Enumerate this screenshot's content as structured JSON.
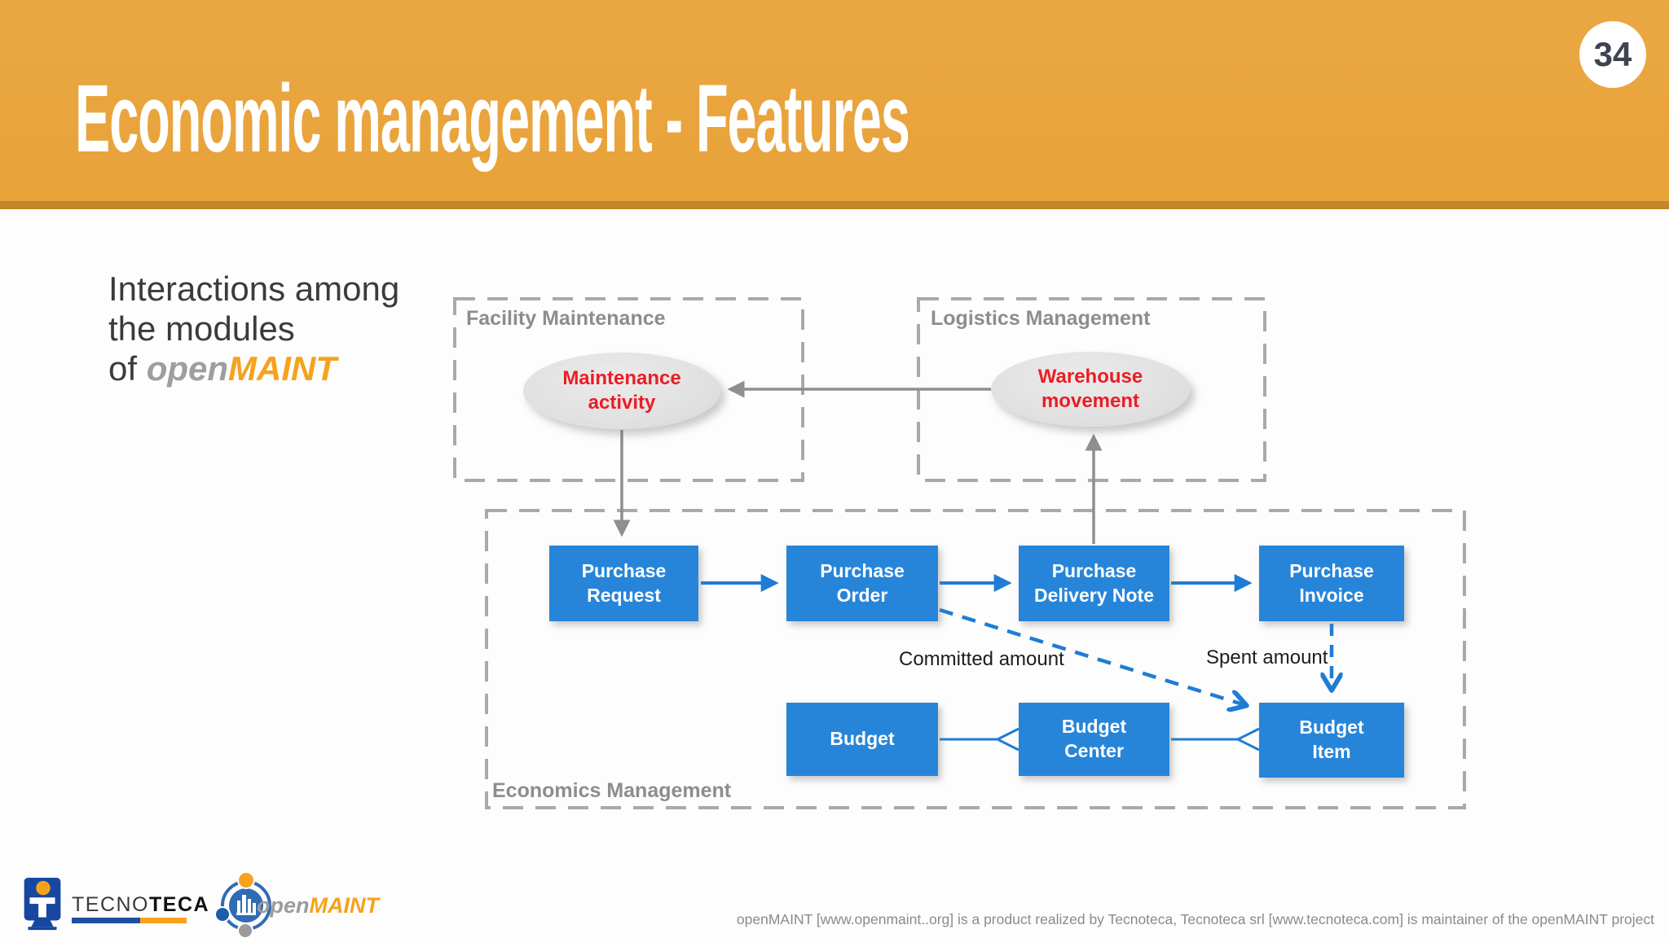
{
  "page": {
    "number": "34"
  },
  "header": {
    "title": "Economic management - Features"
  },
  "intro": {
    "line1": "Interactions among",
    "line2": "the modules",
    "line3_prefix": "of ",
    "brand_open": "open",
    "brand_maint": "MAINT"
  },
  "diagram": {
    "groups": {
      "facility": "Facility Maintenance",
      "logistics": "Logistics Management",
      "economics": "Economics Management"
    },
    "ellipses": {
      "maintenance_activity": "Maintenance\nactivity",
      "warehouse_movement": "Warehouse\nmovement"
    },
    "boxes": {
      "purchase_request": "Purchase\nRequest",
      "purchase_order": "Purchase\nOrder",
      "purchase_delivery_note": "Purchase\nDelivery Note",
      "purchase_invoice": "Purchase\nInvoice",
      "budget": "Budget",
      "budget_center": "Budget\nCenter",
      "budget_item": "Budget\nItem"
    },
    "edge_labels": {
      "committed": "Committed amount",
      "spent": "Spent amount"
    },
    "edges": [
      {
        "from": "warehouse_movement",
        "to": "maintenance_activity",
        "style": "solid-gray-arrow"
      },
      {
        "from": "maintenance_activity",
        "to": "purchase_request",
        "style": "solid-gray-arrow"
      },
      {
        "from": "purchase_delivery_note",
        "to": "warehouse_movement",
        "style": "solid-gray-arrow"
      },
      {
        "from": "purchase_request",
        "to": "purchase_order",
        "style": "solid-blue-arrow"
      },
      {
        "from": "purchase_order",
        "to": "purchase_delivery_note",
        "style": "solid-blue-arrow"
      },
      {
        "from": "purchase_delivery_note",
        "to": "purchase_invoice",
        "style": "solid-blue-arrow"
      },
      {
        "from": "purchase_order",
        "to": "budget_item",
        "style": "dashed-blue-arrow",
        "label": "Committed amount"
      },
      {
        "from": "purchase_invoice",
        "to": "budget_item",
        "style": "dashed-blue-arrow",
        "label": "Spent amount"
      },
      {
        "from": "budget",
        "to": "budget_center",
        "style": "blue-line-open-arrowhead"
      },
      {
        "from": "budget_center",
        "to": "budget_item",
        "style": "blue-line-open-arrowhead"
      }
    ]
  },
  "footer": {
    "tecnoteca_logo": {
      "text_light": "TECNO",
      "text_bold": "TECA"
    },
    "openmaint_logo": {
      "open": "open",
      "maint": "MAINT"
    },
    "credit": "openMAINT [www.openmaint..org] is a product realized by Tecnoteca, Tecnoteca srl [www.tecnoteca.com] is maintainer of the openMAINT project"
  },
  "colors": {
    "header_orange": "#e8a23a",
    "header_strip": "#c4862a",
    "node_blue": "#2785d9",
    "arrow_blue": "#1f7cd4",
    "arrow_gray": "#8f8f8f",
    "dashed_border_gray": "#a9a9a9",
    "ellipse_fill": "#e0e0e0",
    "red_text": "#ea1d25",
    "group_label_gray": "#8d8d8d",
    "brand_orange": "#f6a21c",
    "brand_blue": "#1d4f9e"
  }
}
